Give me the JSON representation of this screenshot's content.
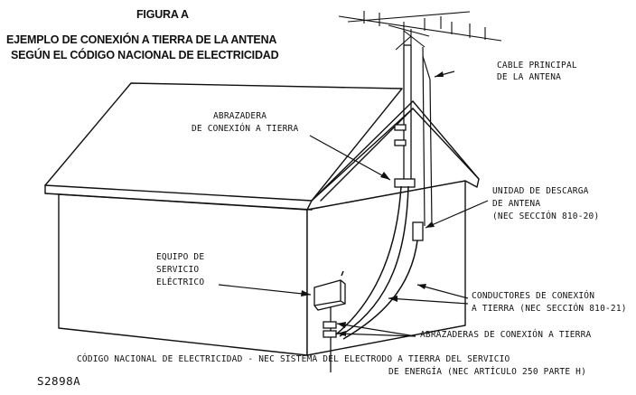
{
  "title": {
    "figure": "FIGURA A",
    "line1": "EJEMPLO DE CONEXIÓN A TIERRA DE LA ANTENA",
    "line2": "SEGÚN EL CÓDIGO NACIONAL DE ELECTRICIDAD"
  },
  "labels": {
    "cable_line1": "CABLE PRINCIPAL",
    "cable_line2": "DE LA ANTENA",
    "clamp_line1": "ABRAZADERA",
    "clamp_line2": "DE CONEXIÓN A TIERRA",
    "discharge_line1": "UNIDAD DE DESCARGA",
    "discharge_line2": "DE ANTENA",
    "discharge_line3": "(NEC SECCIÓN 810-20)",
    "service_line1": "EQUIPO DE",
    "service_line2": "SERVICIO",
    "service_line3": "ELÉCTRICO",
    "conductors_line1": "CONDUCTORES DE CONEXIÓN",
    "conductors_line2": "A TIERRA (NEC SECCIÓN 810-21)",
    "clamps": "ABRAZADERAS DE CONEXIÓN A TIERRA",
    "nec_line1": "CÓDIGO NACIONAL DE ELECTRICIDAD - NEC SISTEMA DEL ELECTRODO A TIERRA DEL SERVICIO",
    "nec_line2": "DE ENERGÍA (NEC ARTÍCULO 250 PARTE H)"
  },
  "code": "S2898A"
}
